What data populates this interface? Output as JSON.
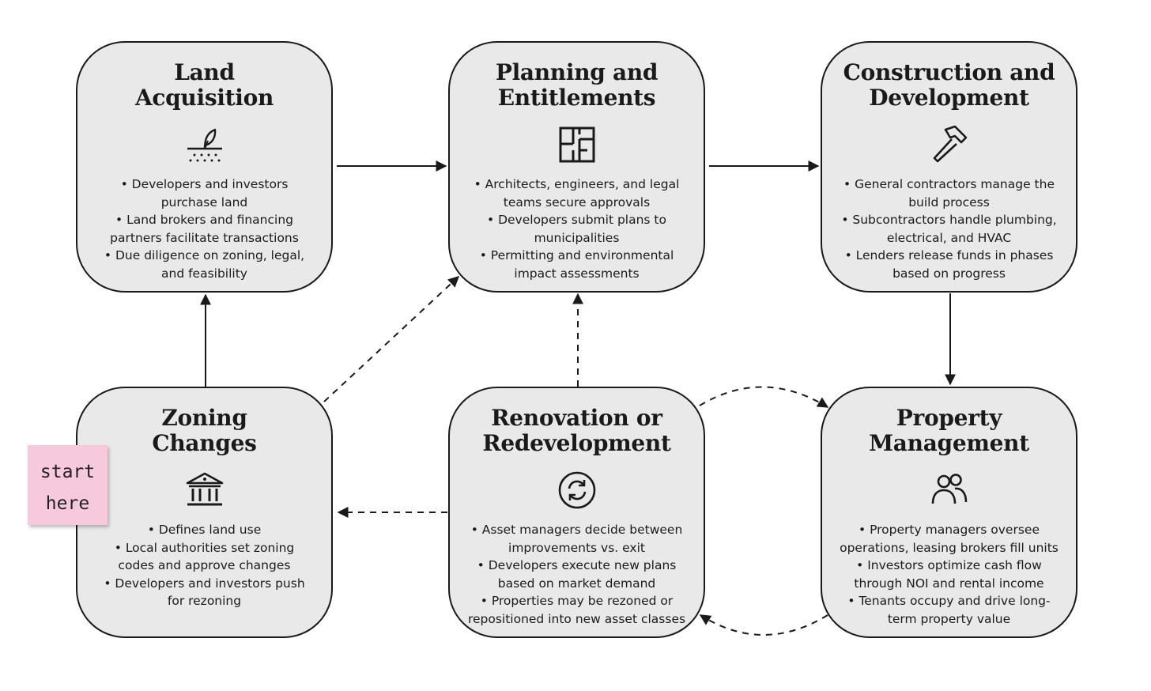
{
  "nodes": {
    "land": {
      "title": "Land\nAcquisition",
      "icon": "sprout-icon",
      "bullets": [
        "Developers and investors purchase land",
        "Land brokers and financing partners facilitate transactions",
        "Due diligence on zoning, legal, and feasibility"
      ]
    },
    "planning": {
      "title": "Planning and\nEntitlements",
      "icon": "floor-plan-icon",
      "bullets": [
        "Architects, engineers, and legal teams secure approvals",
        "Developers submit plans to municipalities",
        "Permitting and environmental impact assessments"
      ]
    },
    "construction": {
      "title": "Construction and\nDevelopment",
      "icon": "hammer-icon",
      "bullets": [
        "General contractors manage the build process",
        "Subcontractors handle plumbing, electrical, and HVAC",
        "Lenders release funds in phases based on progress"
      ]
    },
    "zoning": {
      "title": "Zoning\nChanges",
      "icon": "government-building-icon",
      "bullets": [
        "Defines land use",
        "Local authorities set zoning codes and approve changes",
        "Developers and investors push for rezoning"
      ]
    },
    "renovation": {
      "title": "Renovation or\nRedevelopment",
      "icon": "refresh-cycle-icon",
      "bullets": [
        "Asset managers decide between improvements vs. exit",
        "Developers execute new plans based on market demand",
        "Properties may be rezoned or repositioned into new asset classes"
      ]
    },
    "property": {
      "title": "Property\nManagement",
      "icon": "people-icon",
      "bullets": [
        "Property managers oversee operations, leasing brokers fill units",
        "Investors optimize cash flow through NOI and rental income",
        "Tenants occupy and drive long-term property value"
      ]
    }
  },
  "edges": [
    {
      "from": "land",
      "to": "planning",
      "style": "solid"
    },
    {
      "from": "planning",
      "to": "construction",
      "style": "solid"
    },
    {
      "from": "construction",
      "to": "property",
      "style": "solid"
    },
    {
      "from": "zoning",
      "to": "land",
      "style": "solid"
    },
    {
      "from": "zoning",
      "to": "planning",
      "style": "dashed"
    },
    {
      "from": "renovation",
      "to": "planning",
      "style": "dashed"
    },
    {
      "from": "renovation",
      "to": "zoning",
      "style": "dashed"
    },
    {
      "from": "renovation",
      "to": "property",
      "style": "dashed"
    },
    {
      "from": "property",
      "to": "renovation",
      "style": "dashed"
    }
  ],
  "sticky_note": {
    "lines": [
      "start",
      "here"
    ],
    "color": "#f7c9dc"
  },
  "colors": {
    "node_fill": "#e9e9e9",
    "stroke": "#1a1a1a"
  }
}
